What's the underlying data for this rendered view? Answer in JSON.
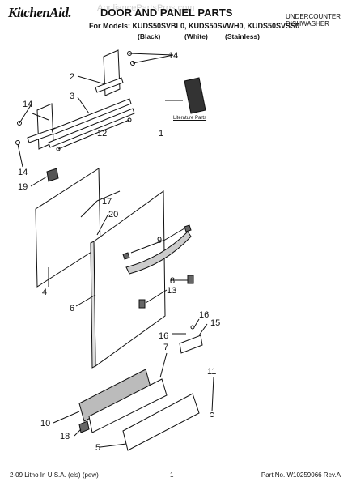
{
  "header": {
    "brand": "KitchenAid.",
    "title": "DOOR AND PANEL PARTS",
    "models_line": "For Models: KUDS50SVBL0, KUDS50SVWH0, KUDS50SVSS0",
    "variants": [
      "(Black)",
      "(White)",
      "(Stainless)"
    ],
    "appliance_line1": "UNDERCOUNTER",
    "appliance_line2": "DISHWASHER",
    "watermark": "AppliancePartsPros.com"
  },
  "literature_label": "Literature Parts",
  "callouts": [
    "1",
    "2",
    "3",
    "4",
    "5",
    "6",
    "7",
    "8",
    "9",
    "10",
    "11",
    "12",
    "13",
    "14",
    "15",
    "16",
    "17",
    "18",
    "19",
    "20"
  ],
  "footer": {
    "left": "2-09 Litho In U.S.A. (els) (pew)",
    "center": "1",
    "right": "Part No. W10259066 Rev.A"
  }
}
